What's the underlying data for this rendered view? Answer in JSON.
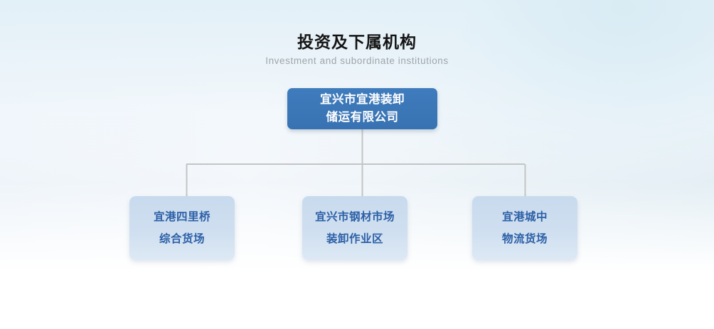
{
  "page": {
    "background_top": "#e4eef4",
    "background_bottom": "#ffffff"
  },
  "heading": {
    "title": "投资及下属机构",
    "subtitle": "Investment and subordinate institutions",
    "title_color": "#141414",
    "subtitle_color": "#9fa6ab"
  },
  "org_chart": {
    "connector_color": "#c4c4c4",
    "root": {
      "id": "root",
      "lines": [
        "宜兴市宜港装卸",
        "储运有限公司"
      ],
      "full_name": "宜兴市宜港装卸储运有限公司",
      "fill_color": "#3a76b8",
      "text_color": "#ffffff"
    },
    "children": [
      {
        "id": "child-0",
        "lines": [
          "宜港四里桥",
          "综合货场"
        ],
        "full_name": "宜港四里桥综合货场",
        "fill_color": "#cbdcee",
        "text_color": "#2c5fa6"
      },
      {
        "id": "child-1",
        "lines": [
          "宜兴市钢材市场",
          "装卸作业区"
        ],
        "full_name": "宜兴市钢材市场装卸作业区",
        "fill_color": "#cbdcee",
        "text_color": "#2c5fa6"
      },
      {
        "id": "child-2",
        "lines": [
          "宜港城中",
          "物流货场"
        ],
        "full_name": "宜港城中物流货场",
        "fill_color": "#cbdcee",
        "text_color": "#2c5fa6"
      }
    ]
  }
}
